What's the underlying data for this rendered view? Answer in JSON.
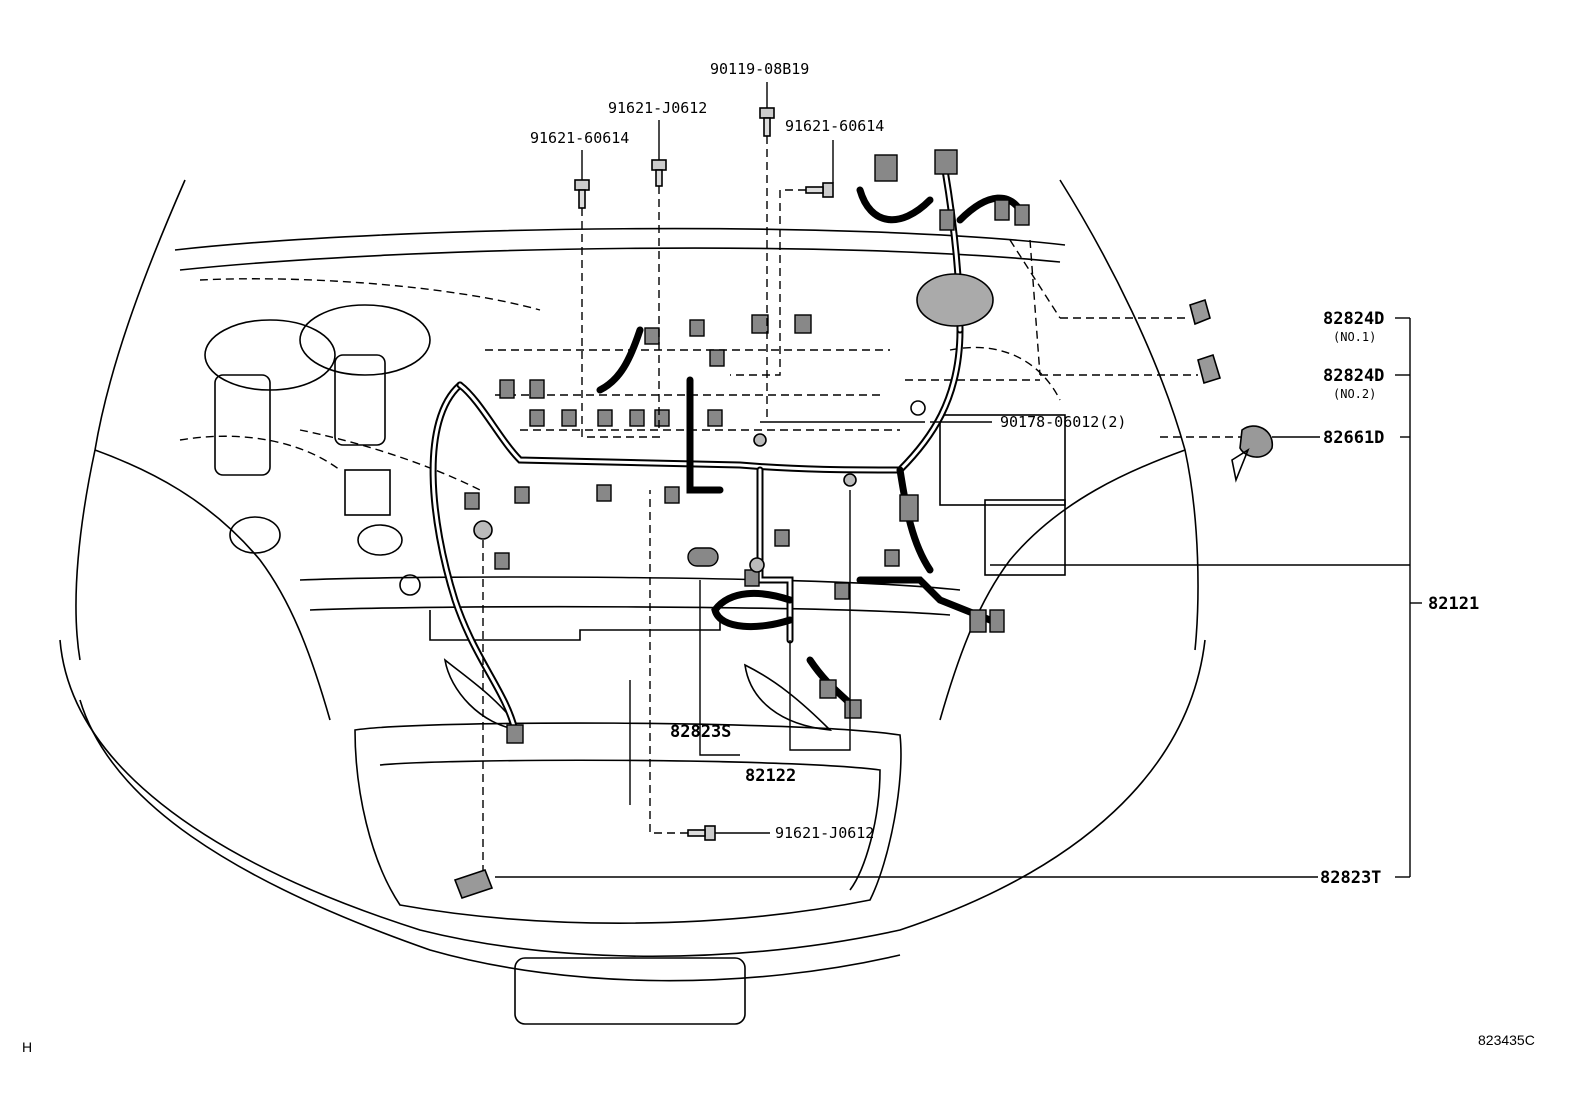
{
  "diagram": {
    "corner_left": "H",
    "figure_id": "823435C",
    "parts": [
      {
        "key": "p_90119",
        "number": "90119-08B19"
      },
      {
        "key": "p_91621_j_top",
        "number": "91621-J0612"
      },
      {
        "key": "p_91621_6_left",
        "number": "91621-60614"
      },
      {
        "key": "p_91621_6_right",
        "number": "91621-60614"
      },
      {
        "key": "p_90178",
        "number": "90178-06012(2)"
      },
      {
        "key": "p_82824d_1",
        "number": "82824D",
        "sub": "(NO.1)"
      },
      {
        "key": "p_82824d_2",
        "number": "82824D",
        "sub": "(NO.2)"
      },
      {
        "key": "p_82661d",
        "number": "82661D"
      },
      {
        "key": "p_82121",
        "number": "82121"
      },
      {
        "key": "p_82823s",
        "number": "82823S"
      },
      {
        "key": "p_82122",
        "number": "82122"
      },
      {
        "key": "p_91621_j_bottom",
        "number": "91621-J0612"
      },
      {
        "key": "p_82823t",
        "number": "82823T"
      }
    ]
  }
}
